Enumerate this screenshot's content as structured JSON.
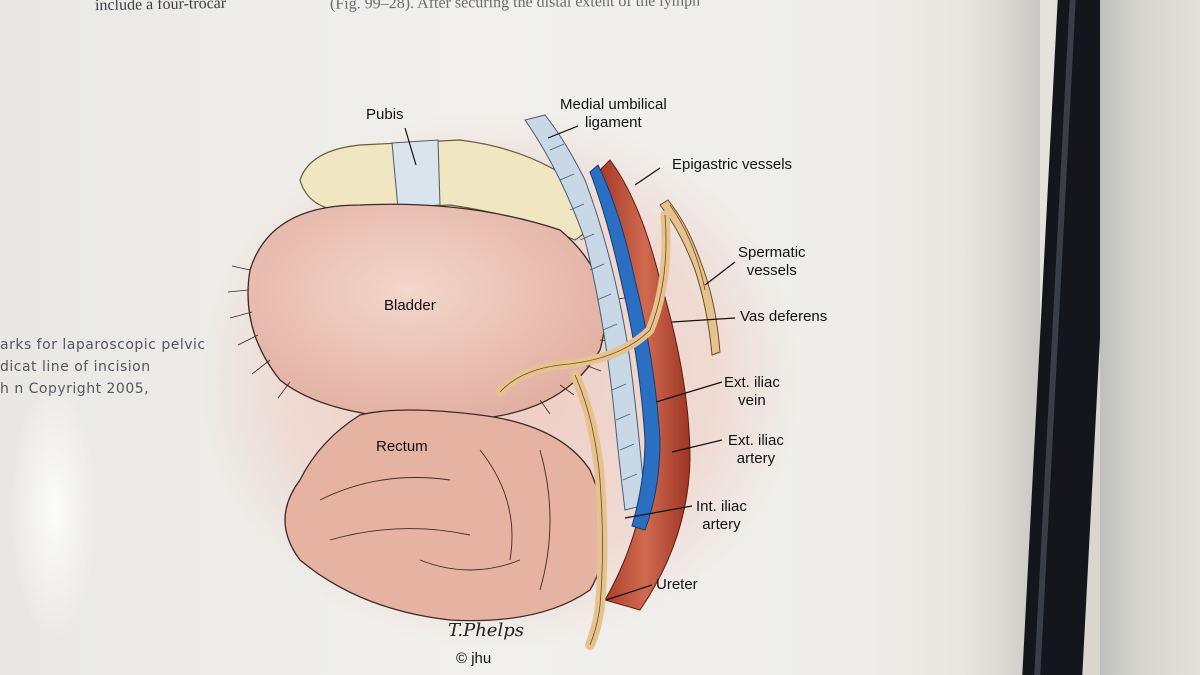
{
  "text": {
    "top_left": "include a four-trocar",
    "top_right": "(Fig. 99–28). After securing the distal extent of the lymph",
    "caption_lines": [
      "arks for laparoscopic pelvic",
      "dicat    line of incision",
      "h  n    Copyright 2005,"
    ]
  },
  "labels": {
    "pubis": "Pubis",
    "medial_umbilical": [
      "Medial umbilical",
      "ligament"
    ],
    "epigastric": "Epigastric vessels",
    "spermatic": [
      "Spermatic",
      "vessels"
    ],
    "vas_deferens": "Vas deferens",
    "ext_iliac_vein": [
      "Ext. iliac",
      "vein"
    ],
    "ext_iliac_artery": [
      "Ext. iliac",
      "artery"
    ],
    "int_iliac_artery": [
      "Int. iliac",
      "artery"
    ],
    "ureter": "Ureter",
    "bladder": "Bladder",
    "rectum": "Rectum",
    "signature": "T.Phelps",
    "copyright": "© jhu"
  },
  "colors": {
    "vein_blue": "#2a6fc2",
    "artery_red": "#c6523a",
    "ligament_blue": "#c8d8e6",
    "nerve_tan": "#e6c28f",
    "pubis_bone": "#f0e6c2",
    "bladder_pink": "#ecc7bb",
    "rectum_pink": "#e6b2a2"
  }
}
